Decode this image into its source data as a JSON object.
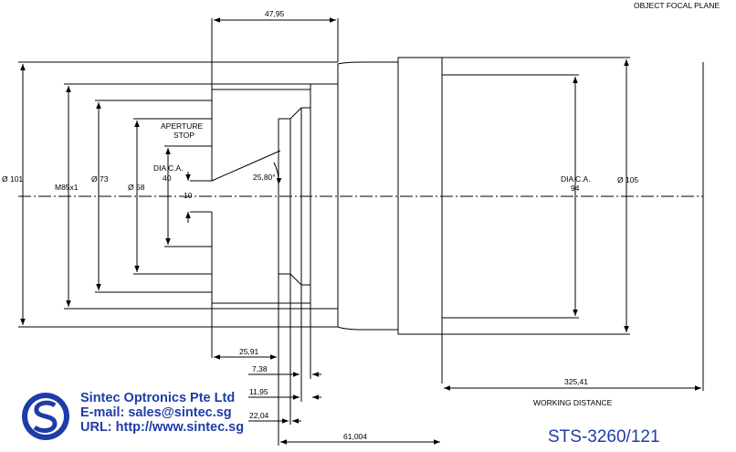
{
  "labels": {
    "object_focal_plane": "OBJECT FOCAL PLANE",
    "aperture": "APERTURE",
    "stop": "STOP",
    "dia_ca": "DIA C.A.",
    "dia_ca_stop_value": "40",
    "stop_gap": "10",
    "angle": "25,80°",
    "dia_ca_front": "DIA C.A.",
    "dia_ca_front_value": "94",
    "working_distance": "WORKING DISTANCE"
  },
  "dimensions": {
    "top_length": "47,95",
    "d101": "Ø 101",
    "m85": "M85x1",
    "d73": "Ø 73",
    "d58": "Ø 58",
    "d105": "Ø 105",
    "l2591": "25,91",
    "l738": "7,38",
    "l1195": "11,95",
    "l2204": "22,04",
    "l61004": "61,004",
    "l32541": "325,41"
  },
  "company": {
    "name": "Sintec Optronics Pte Ltd",
    "email": "E-mail: sales@sintec.sg",
    "url": "URL: http://www.sintec.sg"
  },
  "part_number": "STS-3260/121",
  "colors": {
    "brand_blue": "#1e3ca8",
    "line": "#000000"
  }
}
